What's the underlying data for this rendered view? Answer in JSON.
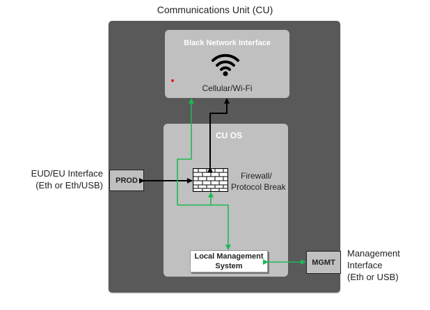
{
  "diagram": {
    "title": "Communications Unit (CU)",
    "black_network_interface": {
      "title": "Black Network Interface",
      "icon": "wifi-icon",
      "subtitle": "Cellular/Wi-Fi"
    },
    "cu_os": {
      "title": "CU OS",
      "firewall": {
        "icon": "brick-wall-icon",
        "label_line1": "Firewall/",
        "label_line2": "Protocol Break"
      },
      "local_management": {
        "line1": "Local Management",
        "line2": "System"
      }
    },
    "prod": {
      "label": "PROD",
      "external_label_line1": "EUD/EU Interface",
      "external_label_line2": "(Eth or Eth/USB)"
    },
    "mgmt": {
      "label": "MGMT",
      "external_label_line1": "Management",
      "external_label_line2": "Interface",
      "external_label_line3": "(Eth or USB)"
    },
    "colors": {
      "outer": "#595959",
      "inner": "#c0c0c0",
      "data_path": "#000000",
      "management_path": "#1db954",
      "indicator": "#e02020"
    }
  }
}
